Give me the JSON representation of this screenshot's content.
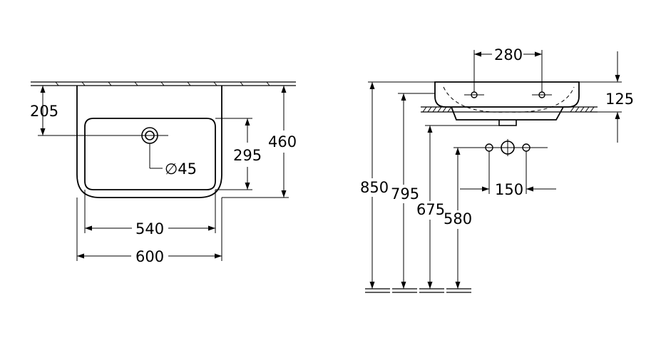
{
  "plan_view": {
    "dim_depth_to_tap": "205",
    "dim_bowl_depth": "295",
    "dim_total_depth": "460",
    "dim_tap_hole": "∅45",
    "dim_inner_width": "540",
    "dim_total_width": "600"
  },
  "side_view": {
    "dim_fixing_spacing": "280",
    "dim_height": "125",
    "dim_850": "850",
    "dim_795": "795",
    "dim_675": "675",
    "dim_580": "580",
    "dim_150": "150"
  }
}
